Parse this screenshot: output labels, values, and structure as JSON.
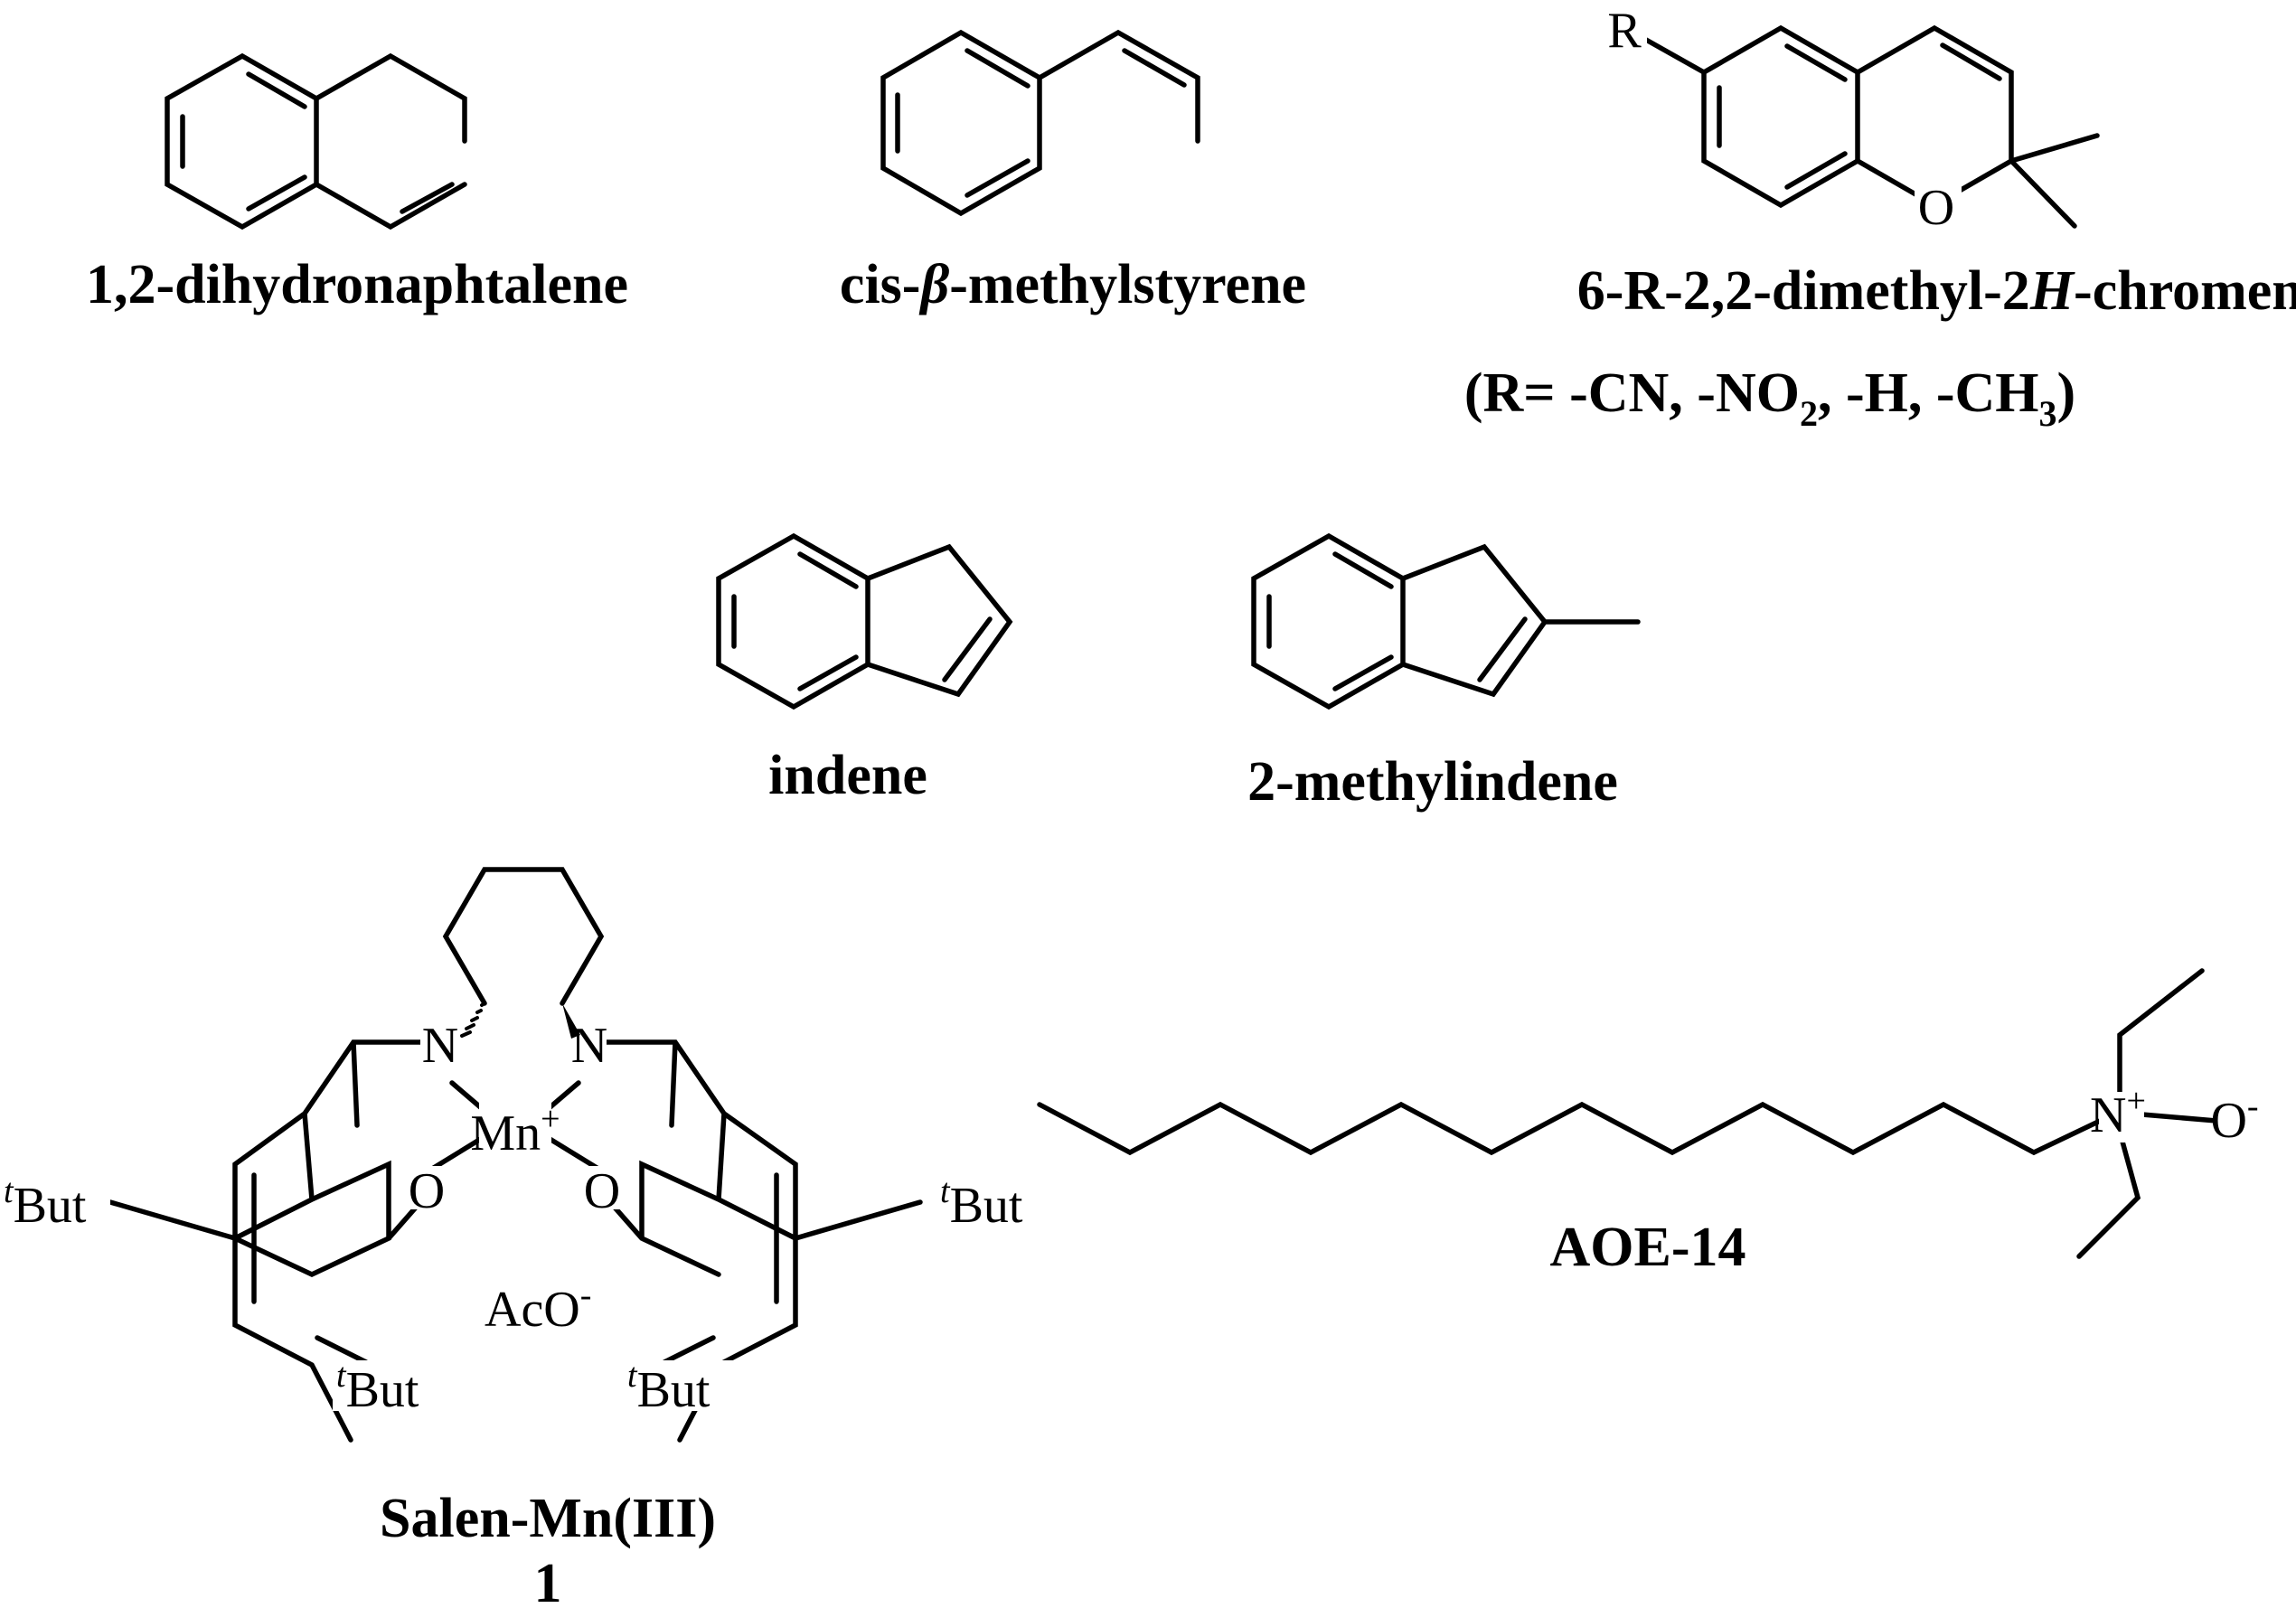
{
  "compounds": {
    "dihydronaphthalene": {
      "name": "1,2-dihydronaphtalene"
    },
    "methylstyrene": {
      "name_prefix": "cis-",
      "name_greek": "β",
      "name_suffix": "-methylstyrene"
    },
    "chromene": {
      "name_prefix": "6-R-2,2-dimethyl-2",
      "name_italic": "H",
      "name_suffix": "-chromene",
      "substituents_open": "(R= -CN, -NO",
      "substituents_sub1": "2",
      "substituents_mid": ", -H, -CH",
      "substituents_sub2": "3",
      "substituents_close": ")",
      "r_label": "R",
      "o_label": "O"
    },
    "indene": {
      "name": "indene"
    },
    "methylindene": {
      "name": "2-methylindene"
    },
    "salen": {
      "name": "Salen-Mn(III)",
      "number": "1",
      "metal": "Mn",
      "metal_charge": "+",
      "nitrogen": "N",
      "oxygen": "O",
      "tbu_sup": "t",
      "tbu": "But",
      "counterion": "AcO",
      "counterion_charge": "-"
    },
    "aoe": {
      "name": "AOE-14",
      "nitrogen": "N",
      "n_charge": "+",
      "oxygen": "O",
      "o_charge": "-"
    }
  }
}
